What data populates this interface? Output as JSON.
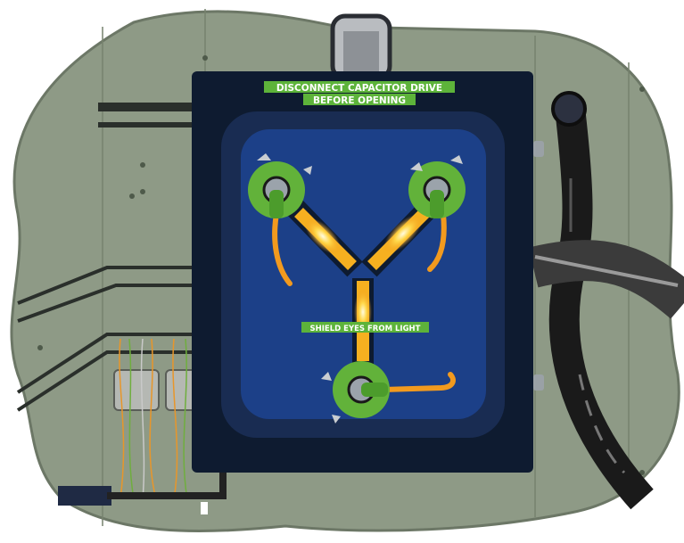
{
  "warning_label": {
    "line1": "DISCONNECT CAPACITOR DRIVE",
    "line2": "BEFORE OPENING"
  },
  "shield_label": "SHIELD EYES FROM LIGHT",
  "colors": {
    "panel": "#8e9a86",
    "box": "#0e1b30",
    "window": "#1a3468",
    "glass": "#1c4088",
    "green": "#62b23a",
    "orange": "#f29a1e",
    "glow": "#fff3a0"
  }
}
